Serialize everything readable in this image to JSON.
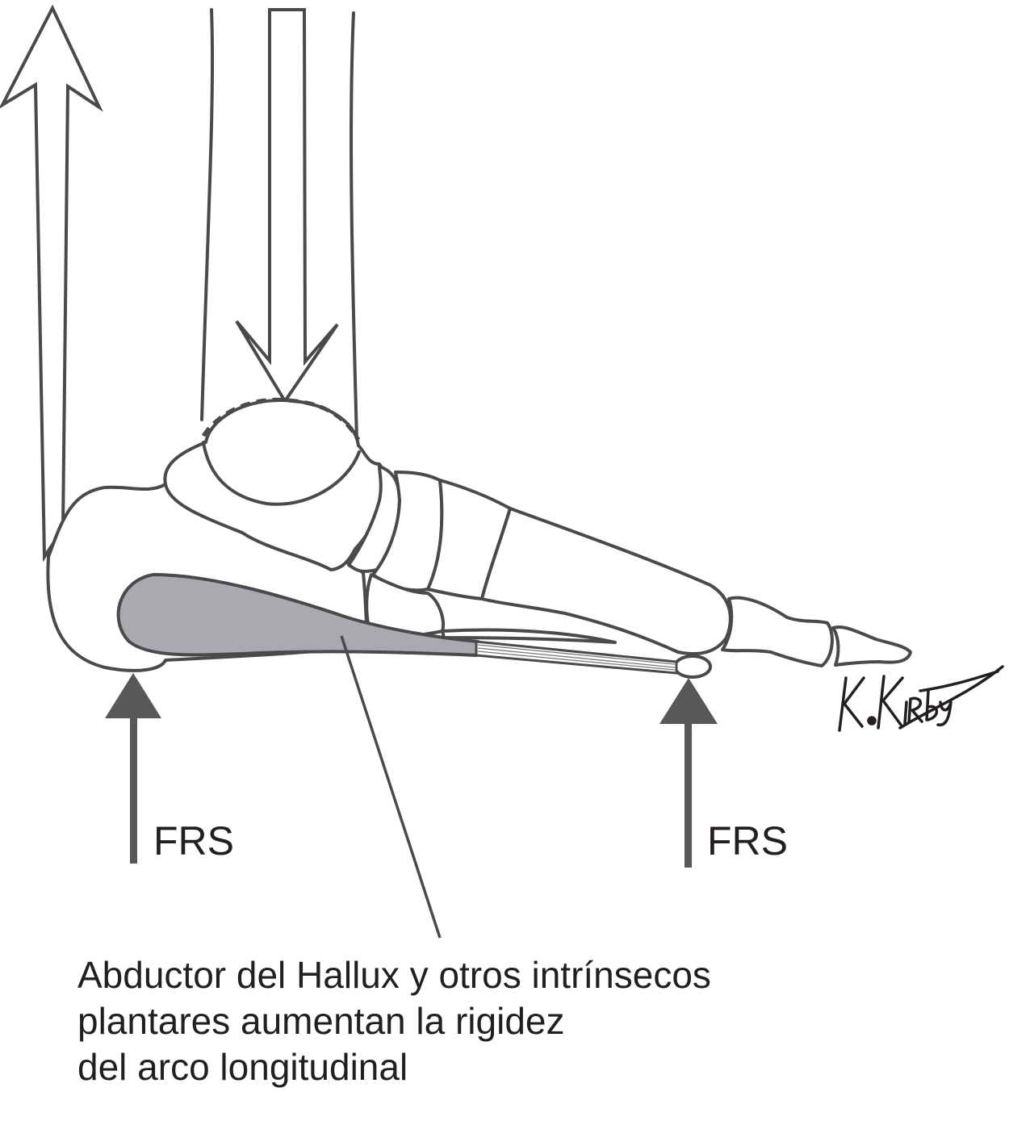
{
  "labels": {
    "force_left": "FRS",
    "force_right": "FRS"
  },
  "caption": {
    "line1": "Abductor del Hallux y otros intrínsecos",
    "line2": "plantares aumentan la rigidez",
    "line3": "del arco longitudinal"
  },
  "signature": "K.Kirby",
  "colors": {
    "outline": "#4a4a4c",
    "muscle_fill": "#a8aaad",
    "force_arrow": "#58585a",
    "text": "#231f20"
  }
}
